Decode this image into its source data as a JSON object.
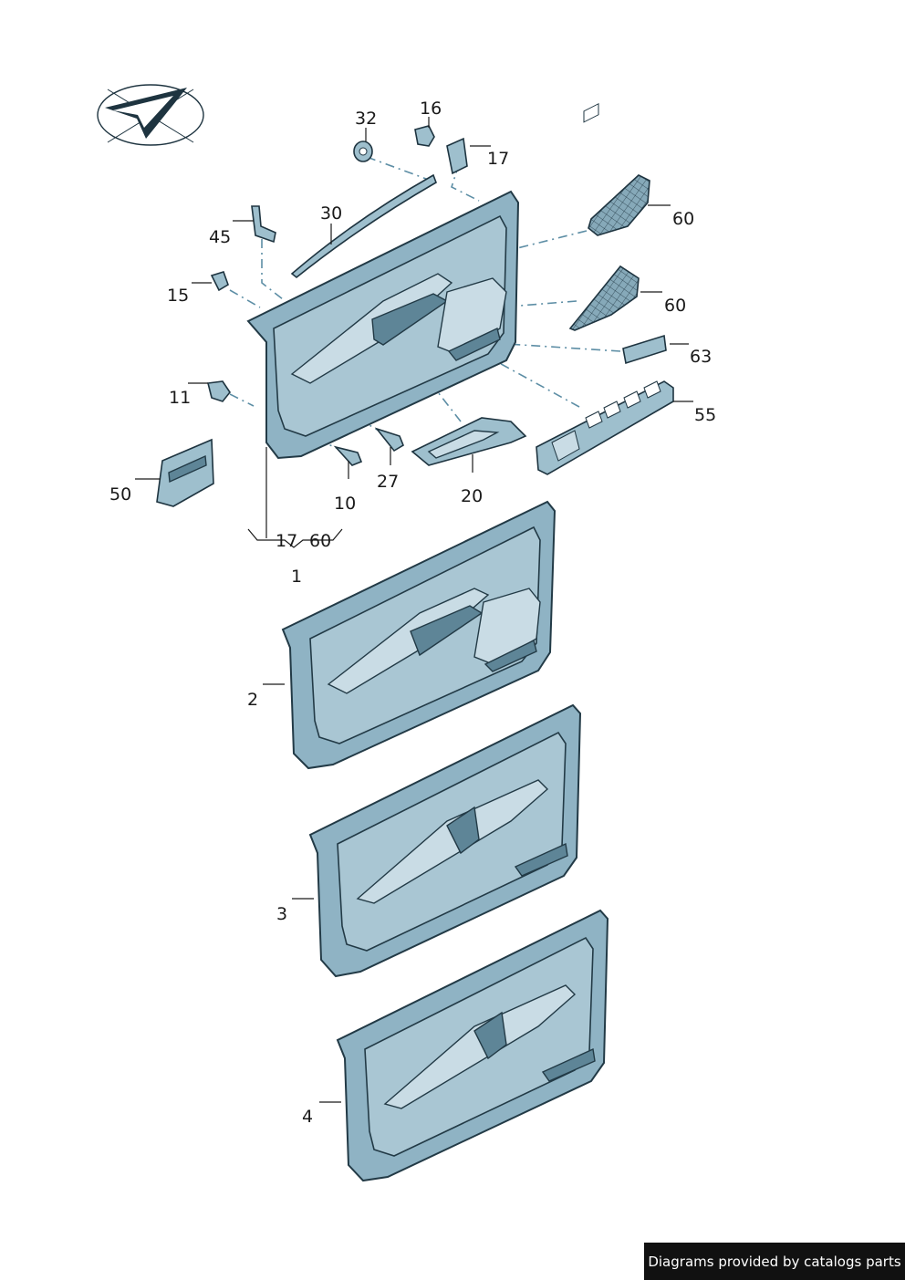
{
  "callouts": {
    "c32": "32",
    "c16": "16",
    "c17": "17",
    "c30": "30",
    "c45": "45",
    "c60a": "60",
    "c15": "15",
    "c60b": "60",
    "c63": "63",
    "c11": "11",
    "c55": "55",
    "c50": "50",
    "c27": "27",
    "c10": "10",
    "c20": "20",
    "c17b": "17",
    "c60c": "60",
    "c1": "1",
    "c2": "2",
    "c3": "3",
    "c4": "4"
  },
  "footer": {
    "text": "Diagrams provided by catalogs parts"
  },
  "logo": {
    "icon": "checkmark-logo-icon"
  },
  "colors": {
    "panel": "#8fb3c4",
    "outline": "#223a46",
    "dash": "#5d8ea5"
  }
}
